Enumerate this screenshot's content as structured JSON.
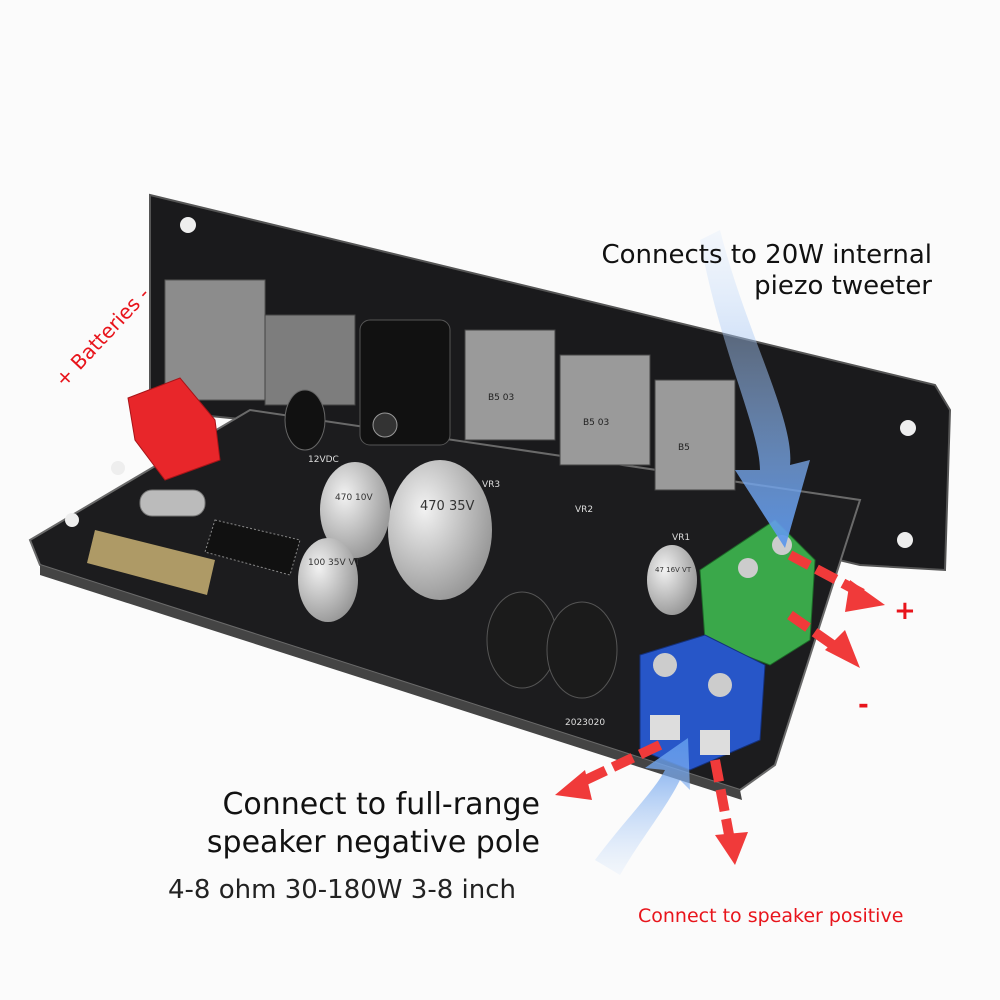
{
  "annotations": {
    "tweeter": [
      "Connects to 20W internal",
      "piezo tweeter"
    ],
    "fullrange": [
      "Connect to full-range",
      "speaker negative pole"
    ],
    "spec": "4-8 ohm 30-180W 3-8 inch",
    "speaker_positive": "Connect to speaker positive",
    "batteries": "+ Batteries -",
    "plus": "+",
    "minus": "-"
  },
  "board_markings": {
    "pots": [
      "VR3",
      "VR2",
      "VR1"
    ],
    "pot_codes": [
      "B5 03",
      "B5 03",
      "B5"
    ],
    "cap_large": "470 35V",
    "cap_mid": "470 10V",
    "cap_small": "100 35V VT",
    "cap_right": "47 16V VT",
    "date": "2023020",
    "power": "12VDC"
  },
  "colors": {
    "annotation_red": "#e8141b",
    "arrow_blue": "#7fb0ee",
    "terminal_green": "#3aa84a",
    "terminal_blue": "#2756c8",
    "connector_red": "#e8262a",
    "pcb": "#1c1c1e"
  }
}
